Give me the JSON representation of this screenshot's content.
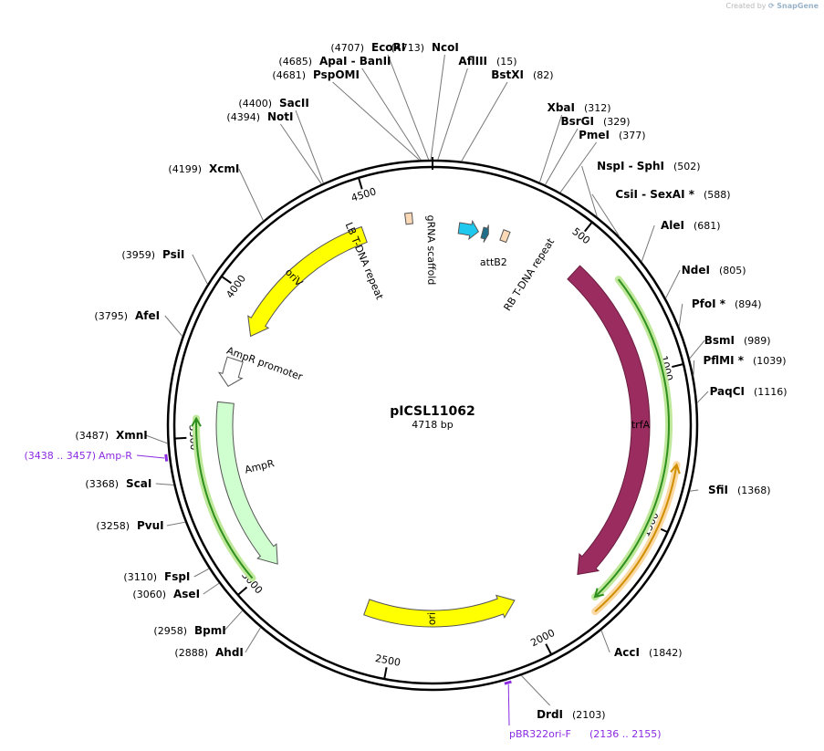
{
  "credit": {
    "prefix": "Created by",
    "brand": "SnapGene"
  },
  "plasmid": {
    "name": "pICSL11062",
    "size_label": "4718 bp",
    "length": 4718
  },
  "ticks": [
    500,
    1000,
    1500,
    2000,
    2500,
    3000,
    3500,
    4000,
    4500
  ],
  "sites": [
    {
      "name": "NcoI",
      "pos_label": "(4713)",
      "pos": 4713
    },
    {
      "name": "EcoRI",
      "pos_label": "(4707)",
      "pos": 4707
    },
    {
      "name": "AflIII",
      "pos_label": "(15)",
      "pos": 15
    },
    {
      "name": "ApaI  - BanII",
      "pos_label": "(4685)",
      "pos": 4685
    },
    {
      "name": "PspOMI",
      "pos_label": "(4681)",
      "pos": 4681
    },
    {
      "name": "BstXI",
      "pos_label": "(82)",
      "pos": 82
    },
    {
      "name": "SacII",
      "pos_label": "(4400)",
      "pos": 4400
    },
    {
      "name": "NotI",
      "pos_label": "(4394)",
      "pos": 4394
    },
    {
      "name": "XbaI",
      "pos_label": "(312)",
      "pos": 312
    },
    {
      "name": "BsrGI",
      "pos_label": "(329)",
      "pos": 329
    },
    {
      "name": "PmeI",
      "pos_label": "(377)",
      "pos": 377
    },
    {
      "name": "XcmI",
      "pos_label": "(4199)",
      "pos": 4199
    },
    {
      "name": "NspI  - SphI",
      "pos_label": "(502)",
      "pos": 502
    },
    {
      "name": "CsiI  - SexAI *",
      "pos_label": "(588)",
      "pos": 588
    },
    {
      "name": "AleI",
      "pos_label": "(681)",
      "pos": 681
    },
    {
      "name": "PsiI",
      "pos_label": "(3959)",
      "pos": 3959
    },
    {
      "name": "NdeI",
      "pos_label": "(805)",
      "pos": 805
    },
    {
      "name": "PfoI *",
      "pos_label": "(894)",
      "pos": 894
    },
    {
      "name": "AfeI",
      "pos_label": "(3795)",
      "pos": 3795
    },
    {
      "name": "BsmI",
      "pos_label": "(989)",
      "pos": 989
    },
    {
      "name": "PflMI *",
      "pos_label": "(1039)",
      "pos": 1039
    },
    {
      "name": "PaqCI",
      "pos_label": "(1116)",
      "pos": 1116
    },
    {
      "name": "XmnI",
      "pos_label": "(3487)",
      "pos": 3487
    },
    {
      "name": "ScaI",
      "pos_label": "(3368)",
      "pos": 3368
    },
    {
      "name": "SfiI",
      "pos_label": "(1368)",
      "pos": 1368
    },
    {
      "name": "PvuI",
      "pos_label": "(3258)",
      "pos": 3258
    },
    {
      "name": "FspI",
      "pos_label": "(3110)",
      "pos": 3110
    },
    {
      "name": "AseI",
      "pos_label": "(3060)",
      "pos": 3060
    },
    {
      "name": "BpmI",
      "pos_label": "(2958)",
      "pos": 2958
    },
    {
      "name": "AhdI",
      "pos_label": "(2888)",
      "pos": 2888
    },
    {
      "name": "AccI",
      "pos_label": "(1842)",
      "pos": 1842
    },
    {
      "name": "DrdI",
      "pos_label": "(2103)",
      "pos": 2103
    }
  ],
  "primers": [
    {
      "name": "Amp-R",
      "range": "(3438 .. 3457)",
      "pos": 3447
    },
    {
      "name": "pBR322ori-F",
      "range": "(2136 .. 2155)",
      "pos": 2145
    }
  ],
  "features": [
    {
      "name": "oriV",
      "start": 3880,
      "end": 4460,
      "direction": "reverse",
      "color": "#ffff00"
    },
    {
      "name": "LB T-DNA repeat",
      "start": 4620,
      "end": 4645,
      "direction": "none",
      "color": "#fcd9b6"
    },
    {
      "name": "gRNA scaffold",
      "start": 100,
      "end": 175,
      "direction": "forward",
      "color": "#1ec8ef"
    },
    {
      "name": "attB2",
      "start": 190,
      "end": 214,
      "direction": "forward",
      "color": "#1e6e8a"
    },
    {
      "name": "RB T-DNA repeat",
      "start": 262,
      "end": 287,
      "direction": "none",
      "color": "#fcd9b6"
    },
    {
      "name": "trfA",
      "start": 560,
      "end": 1780,
      "direction": "forward",
      "color": "#9b2c5f"
    },
    {
      "name": "ori",
      "start": 2030,
      "end": 2620,
      "direction": "reverse",
      "color": "#ffff00"
    },
    {
      "name": "AmpR",
      "start": 2990,
      "end": 3620,
      "direction": "reverse",
      "color": "#cfffcf"
    },
    {
      "name": "AmpR promoter",
      "start": 3680,
      "end": 3780,
      "direction": "reverse",
      "color": "#ffffff"
    }
  ],
  "orf_arcs": [
    {
      "start": 680,
      "end": 1790,
      "direction": "forward",
      "color": "#2f8f1f",
      "glow": "#bfe89b"
    },
    {
      "start": 1300,
      "end": 1820,
      "direction": "reverse",
      "color": "#d08f00",
      "glow": "#fbd9a4"
    },
    {
      "start": 3010,
      "end": 3560,
      "direction": "forward",
      "color": "#2f8f1f",
      "glow": "#bfe89b"
    }
  ]
}
